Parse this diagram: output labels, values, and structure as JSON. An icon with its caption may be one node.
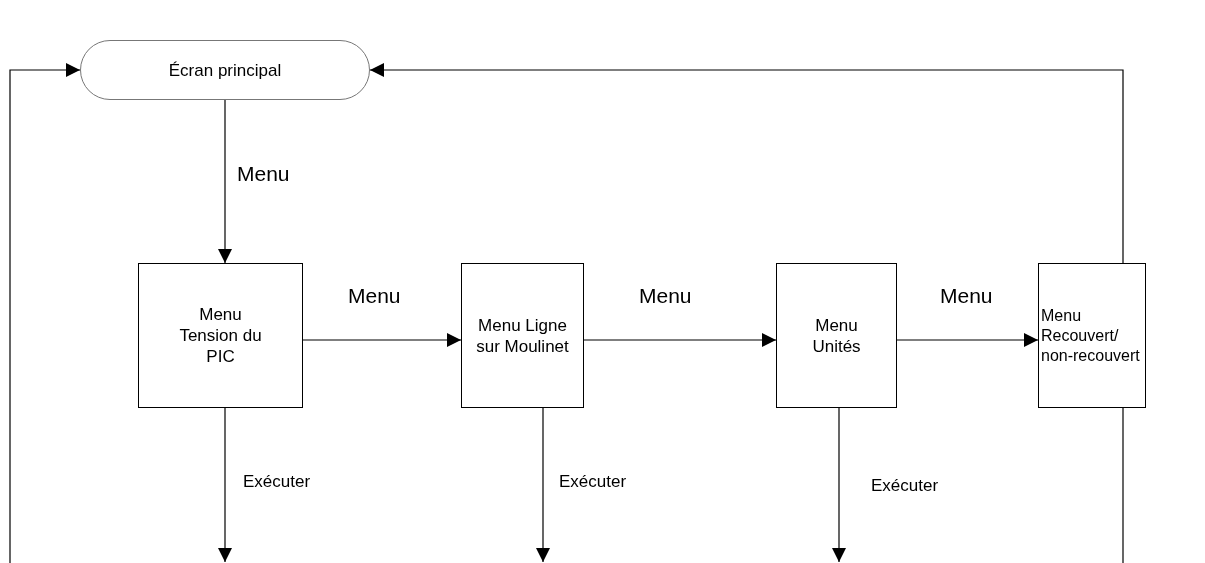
{
  "diagram": {
    "nodes": [
      {
        "text": [
          "Écran principal"
        ]
      },
      {
        "text": [
          "Menu Tension du PIC"
        ]
      },
      {
        "text": [
          "Menu Ligne sur Moulinet"
        ]
      },
      {
        "text": [
          "Menu Unités"
        ]
      },
      {
        "text": [
          "Menu Recouvert/ non-recouvert"
        ]
      }
    ],
    "edges": [
      {
        "from": 0,
        "to": 1,
        "arrow": "to",
        "label": "Menu"
      },
      {
        "from": 1,
        "to": 2,
        "arrow": "to",
        "label": "Menu"
      },
      {
        "from": 2,
        "to": 3,
        "arrow": "to",
        "label": "Menu"
      },
      {
        "from": 3,
        "to": 4,
        "arrow": "to",
        "label": "Menu"
      },
      {
        "from": 4,
        "to": 0,
        "arrow": "to"
      },
      {
        "from": 1,
        "to": null,
        "arrow": "to",
        "label": "Exécuter"
      },
      {
        "from": 2,
        "to": null,
        "arrow": "to",
        "label": "Exécuter"
      },
      {
        "from": 3,
        "to": null,
        "arrow": "to",
        "label": "Exécuter"
      },
      {
        "from": 4,
        "to": null,
        "arrow": "none"
      },
      {
        "from": null,
        "to": 0,
        "arrow": "to"
      }
    ]
  }
}
